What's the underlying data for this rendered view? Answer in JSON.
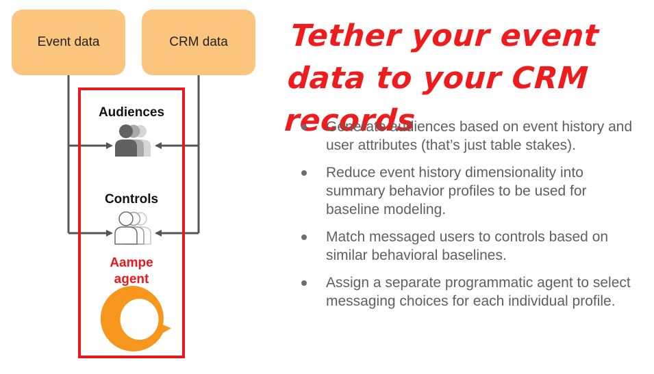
{
  "diagram": {
    "event_box": "Event data",
    "crm_box": "CRM data",
    "audiences": "Audiences",
    "controls": "Controls",
    "agent": "Aampe\nagent"
  },
  "slide": {
    "title": "Tether your event data to your CRM records",
    "bullets": [
      "Generate audiences based on event history and user attributes (that’s just table stakes).",
      "Reduce event history dimensionality into summary behavior profiles to be used for baseline modeling.",
      "Match messaged users to controls based on similar behavioral baselines.",
      "Assign a separate programmatic agent to select messaging choices for each individual profile."
    ]
  },
  "colors": {
    "box_fill": "#fbc57e",
    "highlight_red": "#e8181b",
    "title_red": "#ee1c1c",
    "logo_orange": "#f7961d",
    "arrow_gray": "#555555"
  }
}
